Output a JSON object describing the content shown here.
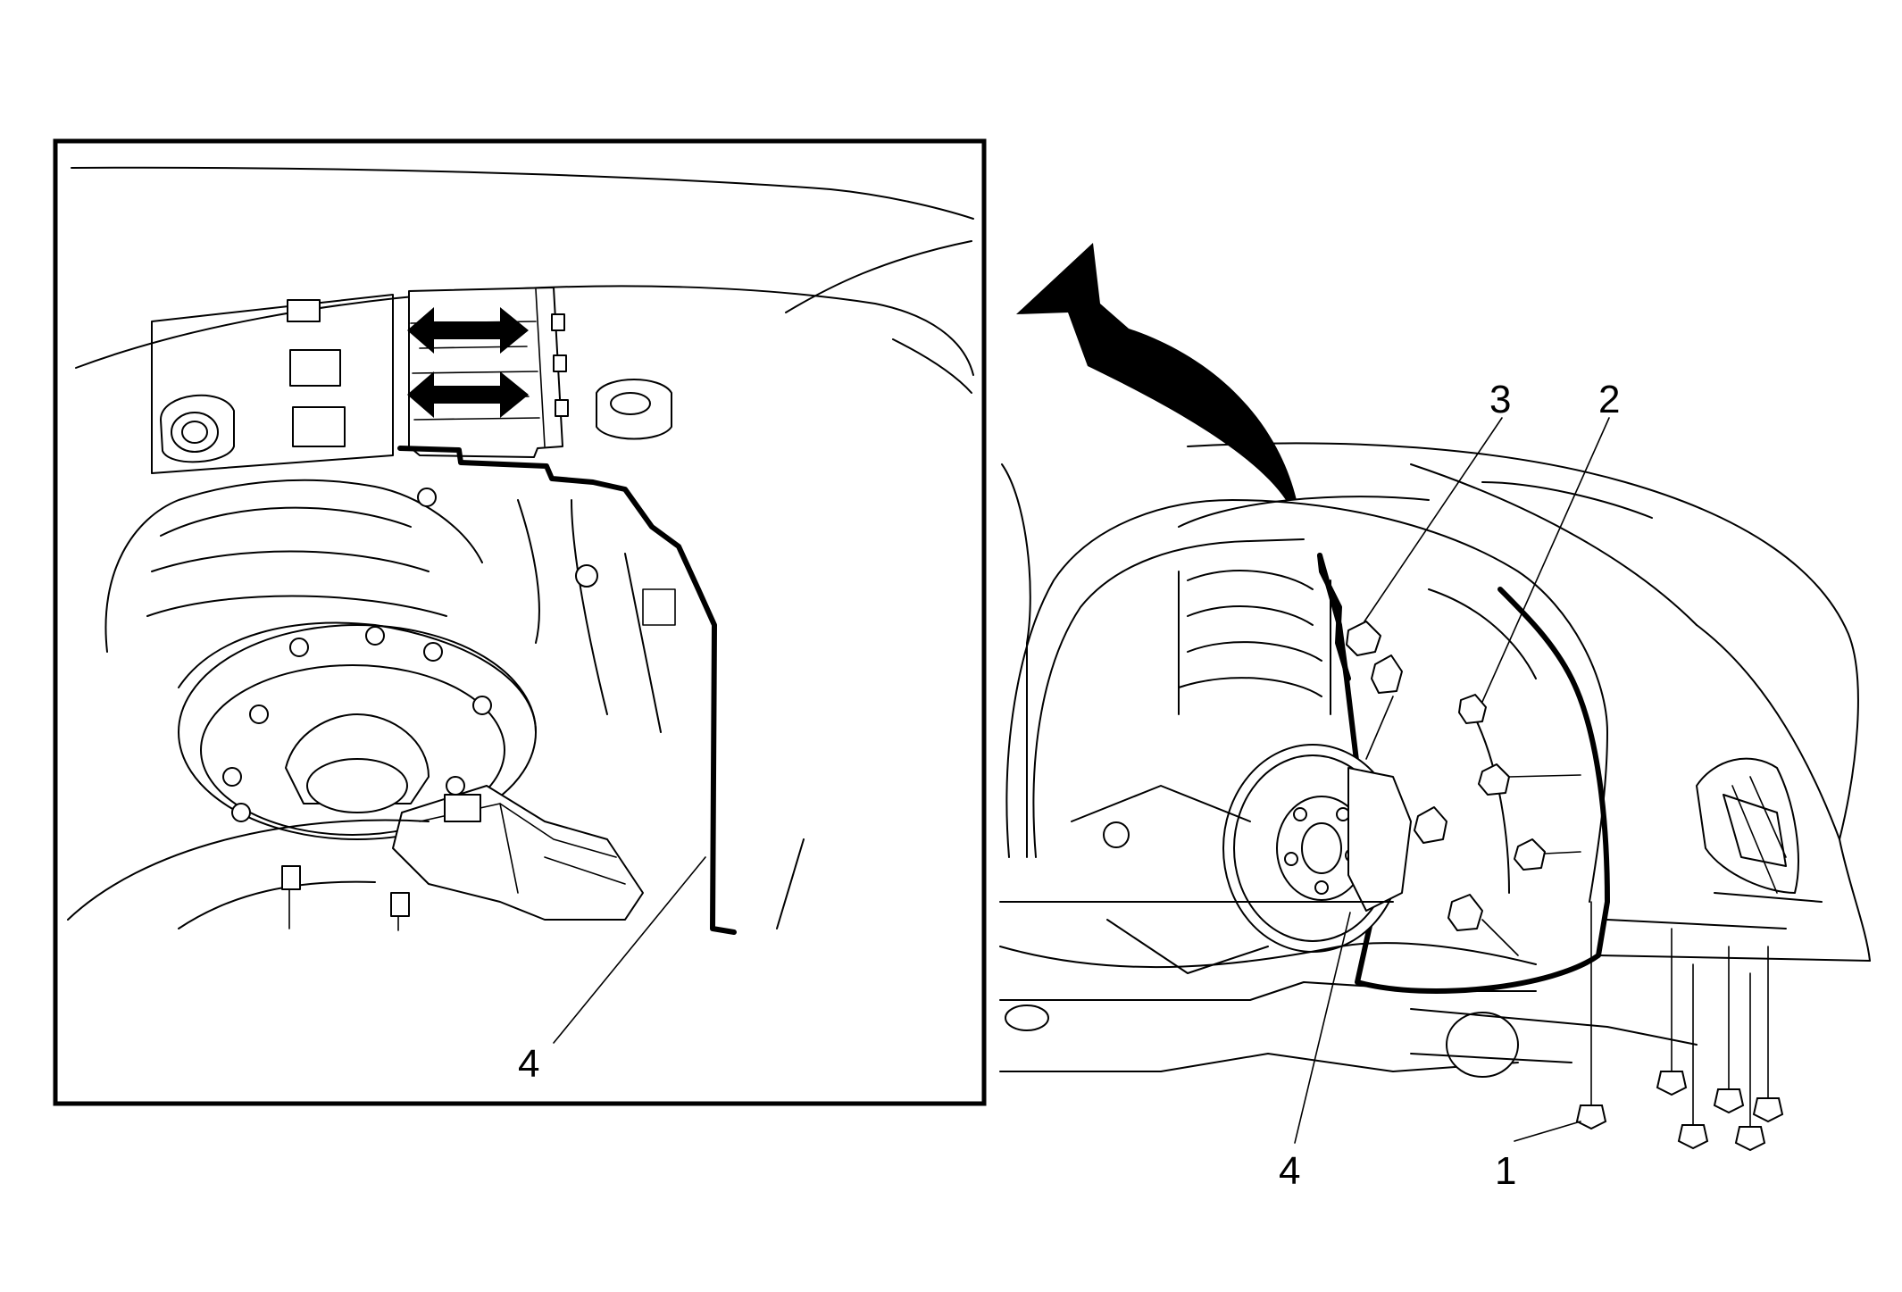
{
  "callouts": {
    "detail_4": "4",
    "main_3": "3",
    "main_2": "2",
    "main_4": "4",
    "main_1": "1"
  },
  "colors": {
    "line": "#000000",
    "background": "#ffffff"
  },
  "icons": {
    "rotate_arrow": "curved-arrow-icon",
    "slide_arrows": "double-arrow-icon",
    "fasteners": "bolt-icon"
  }
}
